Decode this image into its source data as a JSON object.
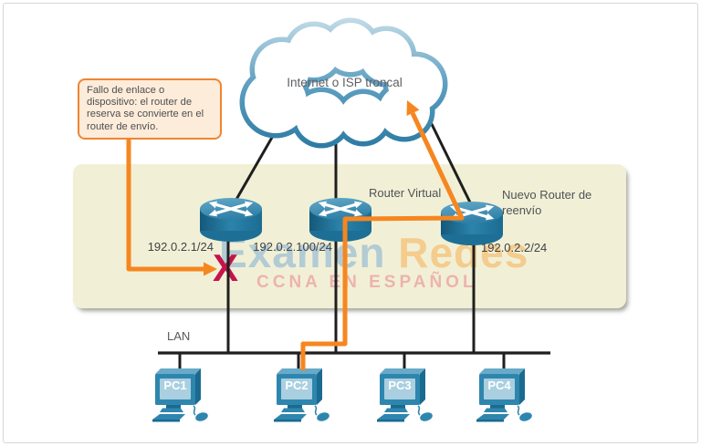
{
  "diagram": {
    "cloud_label": "Internet o ISP troncal",
    "callout_text": "Fallo de enlace o dispositivo: el router de reserva se convierte en el router de envío.",
    "lan_label": "LAN",
    "failure_marker": "X"
  },
  "routers": {
    "left": {
      "ip": "192.0.2.1/24"
    },
    "virtual": {
      "label": "Router Virtual",
      "ip": "192.0.2.100/24"
    },
    "new_forwarding": {
      "label": "Nuevo Router de reenvío",
      "ip": "192.0.2.2/24"
    }
  },
  "pcs": [
    {
      "label": "PC1"
    },
    {
      "label": "PC2"
    },
    {
      "label": "PC3"
    },
    {
      "label": "PC4"
    }
  ],
  "watermark": {
    "word_blue": "Examen",
    "word_orange": "Redes",
    "subtitle": "CCNA EN ESPAÑOL"
  },
  "colors": {
    "orange_path": "#f6861f",
    "band_bg": "#f1f0d6",
    "failure_red": "#c5134b",
    "callout_border": "#ef8532",
    "callout_bg": "#fdecd9",
    "router_blue": "#2e86ae",
    "cloud_stroke_dark": "#2b7aa2",
    "line_black": "#1f1f1f"
  }
}
